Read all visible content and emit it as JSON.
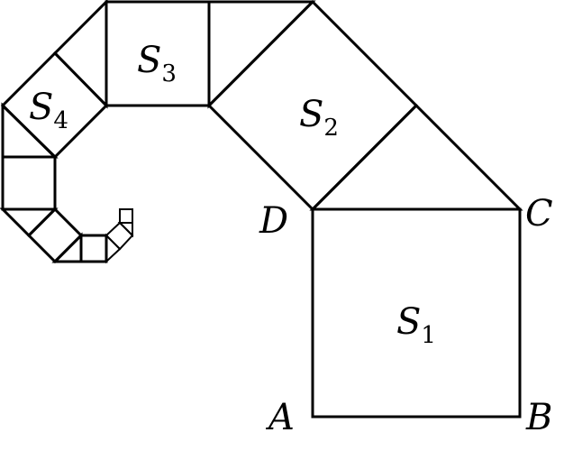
{
  "points": {
    "A": "A",
    "B": "B",
    "C": "C",
    "D": "D"
  },
  "squares": [
    {
      "letter": "S",
      "index": "1"
    },
    {
      "letter": "S",
      "index": "2"
    },
    {
      "letter": "S",
      "index": "3"
    },
    {
      "letter": "S",
      "index": "4"
    }
  ],
  "colors": {
    "stroke": "#000000",
    "background": "#ffffff"
  }
}
